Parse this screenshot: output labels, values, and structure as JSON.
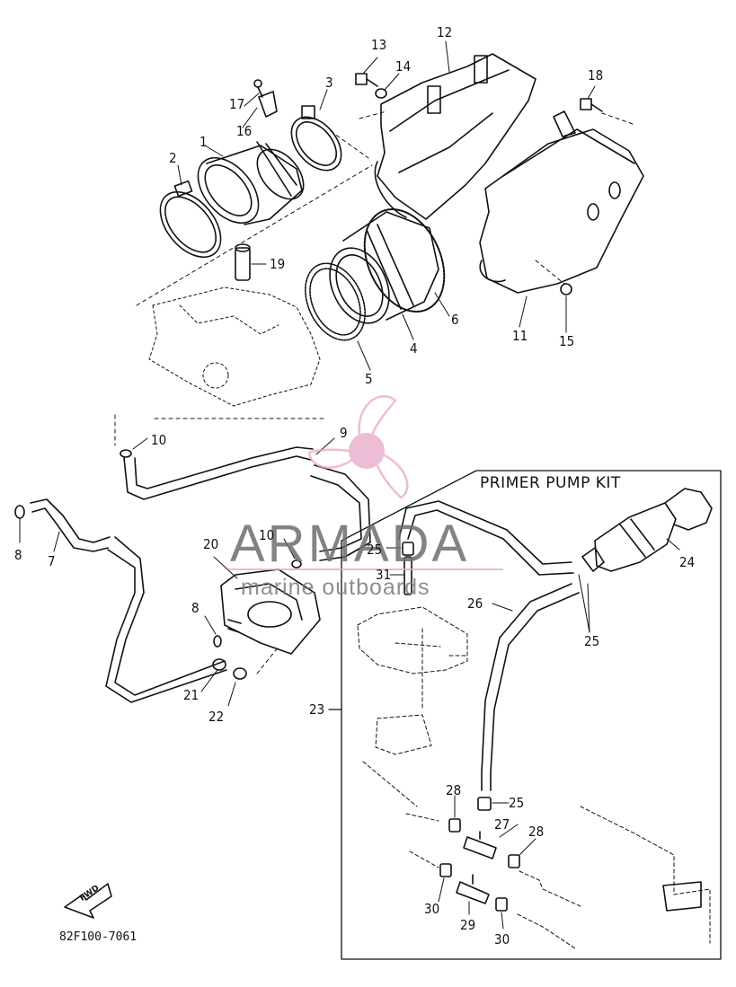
{
  "diagram": {
    "kit_title": "PRIMER PUMP KIT",
    "diagram_code": "82F100-7061",
    "fwd_label": "FWD",
    "watermark": {
      "brand": "ARMADA",
      "tagline": "marine outboards",
      "accent_color": "#e8a6c8"
    },
    "callouts": [
      {
        "id": "c1",
        "label": "1"
      },
      {
        "id": "c2",
        "label": "2"
      },
      {
        "id": "c3",
        "label": "3"
      },
      {
        "id": "c4",
        "label": "4"
      },
      {
        "id": "c5",
        "label": "5"
      },
      {
        "id": "c6",
        "label": "6"
      },
      {
        "id": "c7",
        "label": "7"
      },
      {
        "id": "c8a",
        "label": "8"
      },
      {
        "id": "c8b",
        "label": "8"
      },
      {
        "id": "c9",
        "label": "9"
      },
      {
        "id": "c10a",
        "label": "10"
      },
      {
        "id": "c10b",
        "label": "10"
      },
      {
        "id": "c11",
        "label": "11"
      },
      {
        "id": "c12",
        "label": "12"
      },
      {
        "id": "c13",
        "label": "13"
      },
      {
        "id": "c14",
        "label": "14"
      },
      {
        "id": "c15",
        "label": "15"
      },
      {
        "id": "c16",
        "label": "16"
      },
      {
        "id": "c17",
        "label": "17"
      },
      {
        "id": "c18",
        "label": "18"
      },
      {
        "id": "c19",
        "label": "19"
      },
      {
        "id": "c20",
        "label": "20"
      },
      {
        "id": "c21",
        "label": "21"
      },
      {
        "id": "c22",
        "label": "22"
      },
      {
        "id": "c23",
        "label": "23"
      },
      {
        "id": "c24",
        "label": "24"
      },
      {
        "id": "c25a",
        "label": "25"
      },
      {
        "id": "c25b",
        "label": "25"
      },
      {
        "id": "c25c",
        "label": "25"
      },
      {
        "id": "c26",
        "label": "26"
      },
      {
        "id": "c27",
        "label": "27"
      },
      {
        "id": "c28a",
        "label": "28"
      },
      {
        "id": "c28b",
        "label": "28"
      },
      {
        "id": "c29",
        "label": "29"
      },
      {
        "id": "c30a",
        "label": "30"
      },
      {
        "id": "c30b",
        "label": "30"
      },
      {
        "id": "c31",
        "label": "31"
      }
    ]
  }
}
